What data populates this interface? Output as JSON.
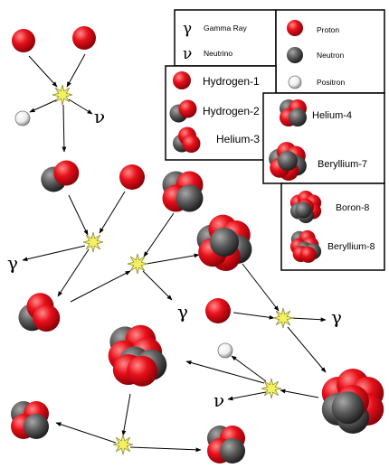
{
  "colors": {
    "proton": "#e8101a",
    "neutron": "#5a5a5a",
    "positron": "#f2f2f2",
    "flash": "#f4f060",
    "arrow": "#000000"
  },
  "symbols": {
    "gamma": "γ",
    "neutrino": "ν"
  },
  "legend_symbols": {
    "gamma_label": "Gamma Ray",
    "neutrino_label": "Neutrino"
  },
  "legend_particles": {
    "proton_label": "Proton",
    "neutron_label": "Neutron",
    "positron_label": "Positron"
  },
  "legend_light": {
    "h1_label": "Hydrogen-1",
    "h2_label": "Hydrogen-2",
    "he3_label": "Helium-3"
  },
  "legend_heavy": {
    "he4_label": "Helium-4",
    "be7_label": "Beryllium-7"
  },
  "legend_heaviest": {
    "b8_label": "Boron-8",
    "be8_label": "Beryllium-8"
  }
}
